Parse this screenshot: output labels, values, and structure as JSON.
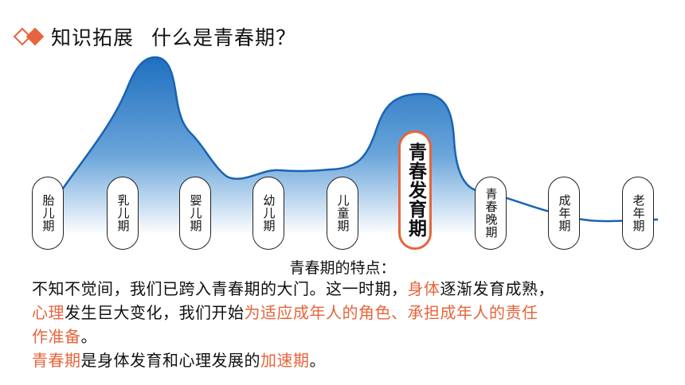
{
  "header": {
    "icon": "double-diamond-icon",
    "label": "知识拓展",
    "title": "什么是青春期？"
  },
  "colors": {
    "accent": "#e8643c",
    "mountain_top": "#1f6fc0",
    "mountain_bottom": "#ffffff",
    "outline": "#1a63b3"
  },
  "stages": [
    {
      "label": "胎儿期"
    },
    {
      "label": "乳儿期"
    },
    {
      "label": "婴儿期"
    },
    {
      "label": "幼儿期"
    },
    {
      "label": "儿童期"
    },
    {
      "label": "青春发育期",
      "highlight": true
    },
    {
      "label": "青春晚期"
    },
    {
      "label": "成年期"
    },
    {
      "label": "老年期"
    }
  ],
  "section_title": "青春期的特点：",
  "paragraph": {
    "lines": [
      [
        {
          "text": "不知不觉间，我们已跨入青春期的大门。这一时期，",
          "hl": false
        },
        {
          "text": "身体",
          "hl": true
        },
        {
          "text": "逐渐发育成熟，",
          "hl": false
        }
      ],
      [
        {
          "text": "心理",
          "hl": true
        },
        {
          "text": "发生巨大变化，我们开始",
          "hl": false
        },
        {
          "text": "为适应成年人的角色、承担成年人的责任",
          "hl": true
        }
      ],
      [
        {
          "text": "作准备",
          "hl": true
        },
        {
          "text": "。",
          "hl": false
        }
      ],
      [
        {
          "text": "青春期",
          "hl": true
        },
        {
          "text": "是身体发育和心理发展的",
          "hl": false
        },
        {
          "text": "加速期",
          "hl": true
        },
        {
          "text": "。",
          "hl": false
        }
      ]
    ]
  }
}
